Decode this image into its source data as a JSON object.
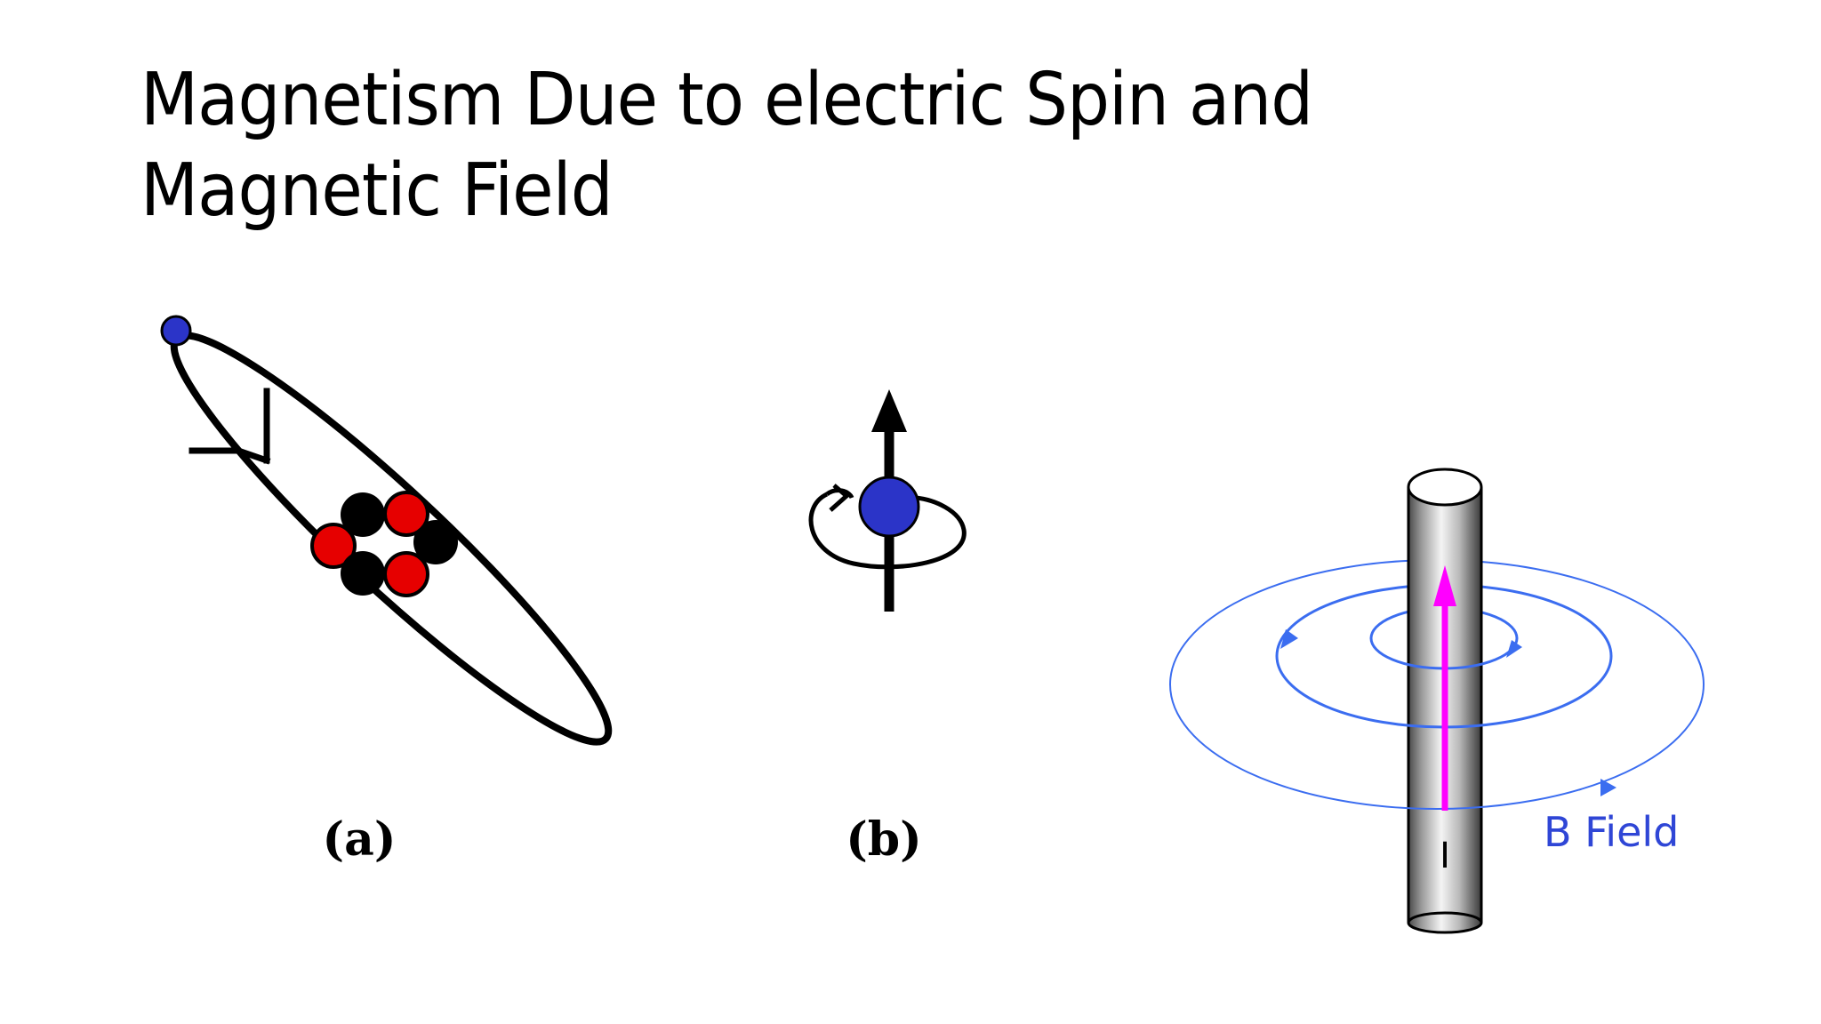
{
  "slide": {
    "title": "Magnetism Due to electric Spin and Magnetic Field"
  },
  "figure_a": {
    "label": "(a)",
    "electron_color": "#2b34c8",
    "proton_color": "#e60000",
    "neutron_color": "#000000"
  },
  "figure_b": {
    "label": "(b)",
    "electron_color": "#2b34c8"
  },
  "figure_c": {
    "field_label": "B Field",
    "current_label": "I",
    "field_color": "#3b6df0",
    "current_color": "#ff00ff"
  },
  "icons": [
    "electron-dot-icon",
    "spin-arrow-icon",
    "rotation-arrow-icon",
    "field-arrowhead-icon",
    "current-arrow-icon"
  ]
}
